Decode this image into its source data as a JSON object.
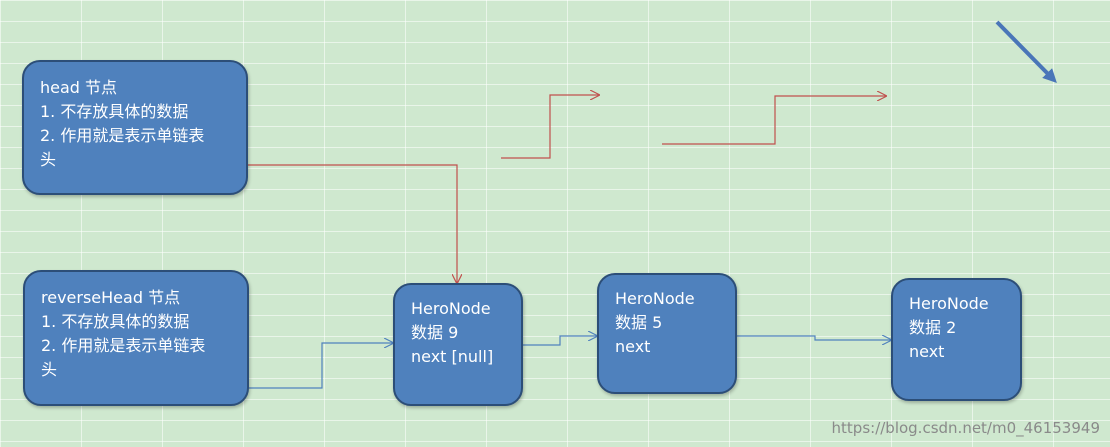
{
  "nodes": {
    "head": {
      "lines": [
        "head 节点",
        "1. 不存放具体的数据",
        "2. 作用就是表示单链表",
        "头"
      ]
    },
    "reverse_head": {
      "lines": [
        "reverseHead 节点",
        "1. 不存放具体的数据",
        "2. 作用就是表示单链表",
        "头"
      ]
    },
    "hero9": {
      "lines": [
        "HeroNode",
        "数据 9",
        "next [null]"
      ]
    },
    "hero5": {
      "lines": [
        "HeroNode",
        "数据 5",
        "next"
      ]
    },
    "hero2": {
      "lines": [
        "HeroNode",
        "数据 2",
        "next"
      ]
    }
  },
  "watermark": "https://blog.csdn.net/m0_46153949",
  "colors": {
    "node_fill": "#4f81bd",
    "node_border": "#2c4e78",
    "red_link": "#c0504d",
    "blue_link": "#4f81bd"
  }
}
